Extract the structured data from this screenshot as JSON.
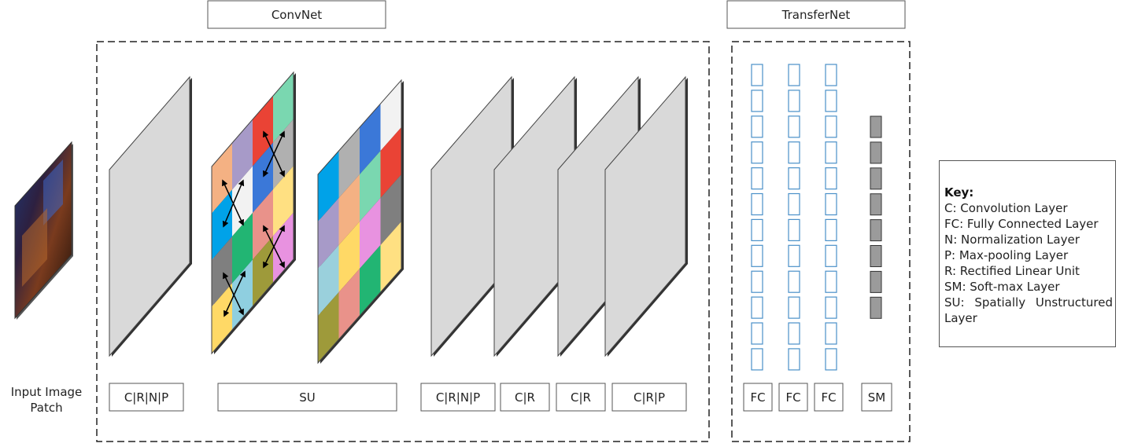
{
  "headers": {
    "convnet": "ConvNet",
    "transfernet": "TransferNet"
  },
  "input_label": "Input Image Patch",
  "convnet_blocks": [
    "C|R|N|P",
    "SU",
    "C|R|N|P",
    "C|R",
    "C|R",
    "C|R|P"
  ],
  "transfernet_blocks": [
    "FC",
    "FC",
    "FC",
    "SM"
  ],
  "key": {
    "title": "Key:",
    "items": [
      "C: Convolution Layer",
      "FC: Fully Connected Layer",
      "N: Normalization Layer",
      "P: Max-pooling Layer",
      "R: Rectified Linear Unit",
      "SM: Soft-max Layer",
      "SU:  Spatially  Unstructured Layer"
    ]
  },
  "colors": {
    "fc_unit": "#4a90c8",
    "sm_unit": "#9b9b9b",
    "layer_fill": "#d9d9d9",
    "su_grid_before": [
      "#f4b183",
      "#a79ac8",
      "#ea4335",
      "#7ad7b0",
      "#00a2e8",
      "#f2f2f2",
      "#3b78d8",
      "#b0b0b0",
      "#7f7f7f",
      "#22b573",
      "#e9928a",
      "#ffe082",
      "#ffd966",
      "#8fcfe0",
      "#9e9a3a",
      "#e892e0"
    ],
    "su_grid_after": [
      "#00a2e8",
      "#b0b0b0",
      "#3b78d8",
      "#f2f2f2",
      "#a79ac8",
      "#f4b183",
      "#7ad7b0",
      "#ea4335",
      "#9ad0dc",
      "#ffd966",
      "#e892e0",
      "#7f7f7f",
      "#9e9a3a",
      "#e9928a",
      "#22b573",
      "#ffe082"
    ]
  }
}
